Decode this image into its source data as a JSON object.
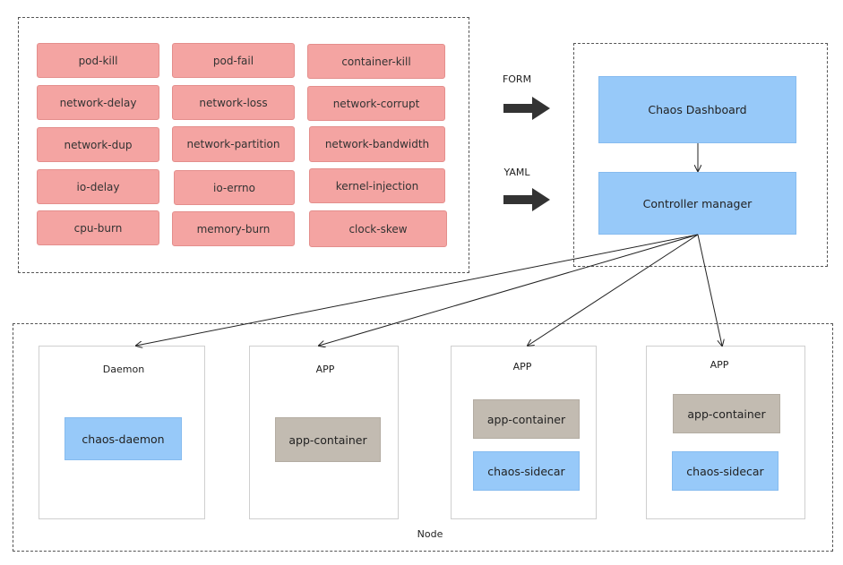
{
  "chaos_types": [
    "pod-kill",
    "pod-fail",
    "container-kill",
    "network-delay",
    "network-loss",
    "network-corrupt",
    "network-dup",
    "network-partition",
    "network-bandwidth",
    "io-delay",
    "io-errno",
    "kernel-injection",
    "cpu-burn",
    "memory-burn",
    "clock-skew"
  ],
  "inputs": {
    "form_label": "FORM",
    "yaml_label": "YAML"
  },
  "control_plane": {
    "dashboard": "Chaos Dashboard",
    "controller": "Controller manager"
  },
  "node": {
    "label": "Node",
    "pods": [
      {
        "title": "Daemon",
        "components": [
          "chaos-daemon"
        ]
      },
      {
        "title": "APP",
        "components": [
          "app-container"
        ]
      },
      {
        "title": "APP",
        "components": [
          "app-container",
          "chaos-sidecar"
        ]
      },
      {
        "title": "APP",
        "components": [
          "app-container",
          "chaos-sidecar"
        ]
      }
    ]
  },
  "colors": {
    "chaos_chip": "#f4a4a2",
    "control_box": "#97c9f9",
    "app_container": "#c2bbb1",
    "sidecar": "#97c9f9"
  }
}
